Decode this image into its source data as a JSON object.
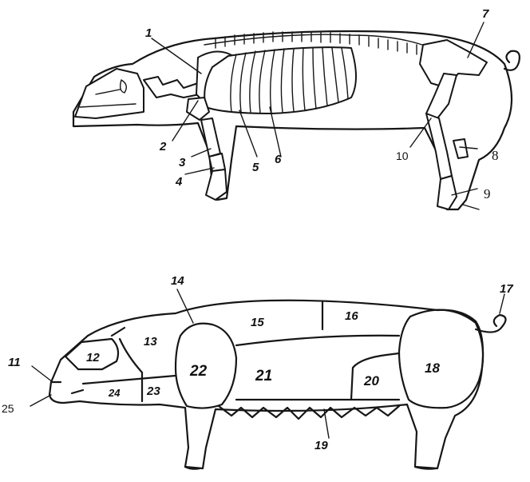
{
  "skeleton_labels": {
    "n1": "1",
    "n2": "2",
    "n3": "3",
    "n4": "4",
    "n5": "5",
    "n6": "6",
    "n7": "7",
    "n8": "8",
    "n9": "9",
    "n10": "10"
  },
  "cuts_labels": {
    "n11": "11",
    "n12": "12",
    "n13": "13",
    "n14": "14",
    "n15": "15",
    "n16": "16",
    "n17": "17",
    "n18": "18",
    "n19": "19",
    "n20": "20",
    "n21": "21",
    "n22": "22",
    "n23": "23",
    "n24": "24",
    "n25": "25"
  }
}
